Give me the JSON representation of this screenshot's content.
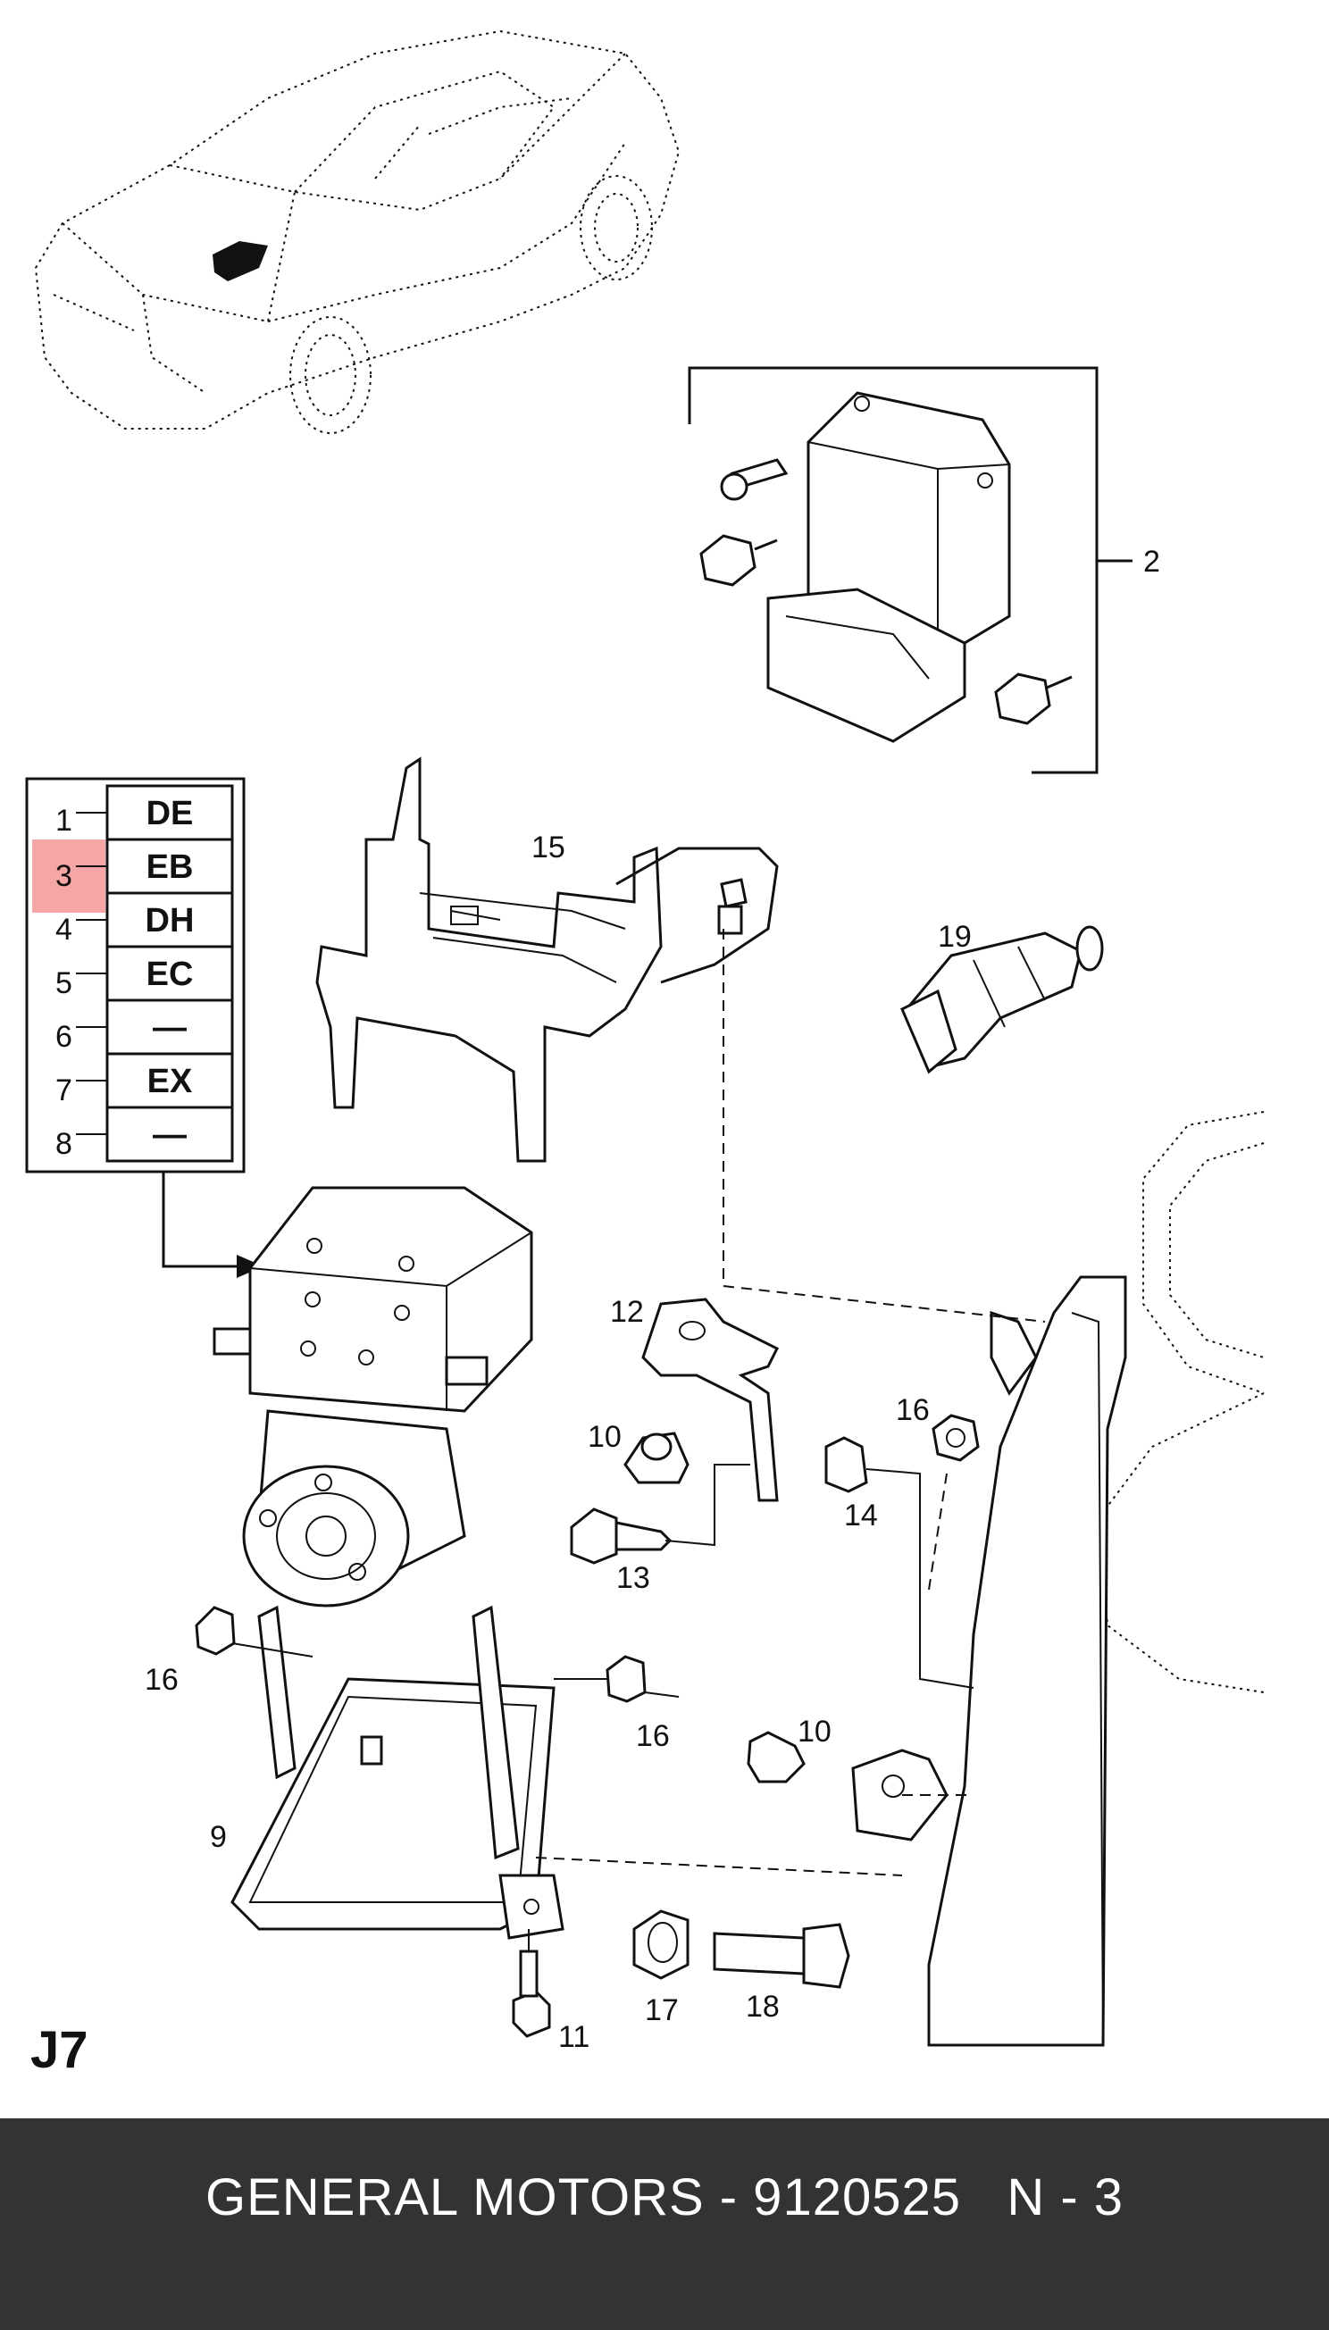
{
  "code_table": {
    "rows": [
      {
        "num": "1",
        "code": "DE"
      },
      {
        "num": "3",
        "code": "EB"
      },
      {
        "num": "4",
        "code": "DH"
      },
      {
        "num": "5",
        "code": "EC"
      },
      {
        "num": "6",
        "code": "—"
      },
      {
        "num": "7",
        "code": "EX"
      },
      {
        "num": "8",
        "code": "—"
      }
    ],
    "highlight_color": "#f7a6a6"
  },
  "callouts": {
    "c2": "2",
    "c15": "15",
    "c19": "19",
    "c12": "12",
    "c10a": "10",
    "c16a": "16",
    "c14": "14",
    "c13": "13",
    "c16b": "16",
    "c16c": "16",
    "c10b": "10",
    "c9": "9",
    "c17": "17",
    "c18": "18",
    "c11": "11"
  },
  "page_code": "J7",
  "footer": {
    "text": "GENERAL MOTORS - 9120525   N - 3",
    "background": "#333333"
  }
}
